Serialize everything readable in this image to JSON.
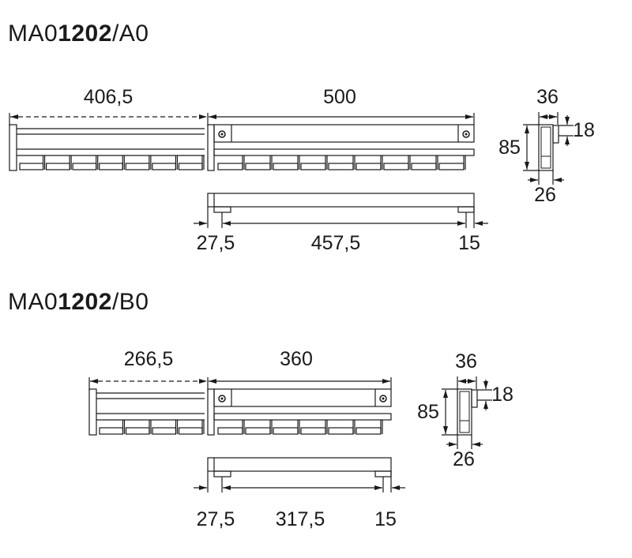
{
  "variants": [
    {
      "title_prefix": "MA0",
      "title_bold": "1202",
      "title_suffix": "/A0",
      "dims": {
        "extension": "406,5",
        "length": "500",
        "width": "36",
        "height": "85",
        "top": "18",
        "depth": "26",
        "left_offset": "27,5",
        "span": "457,5",
        "right_offset": "15"
      },
      "hooks_main": 9,
      "hooks_ext": 7
    },
    {
      "title_prefix": "MA0",
      "title_bold": "1202",
      "title_suffix": "/B0",
      "dims": {
        "extension": "266,5",
        "length": "360",
        "width": "36",
        "height": "85",
        "top": "18",
        "depth": "26",
        "left_offset": "27,5",
        "span": "317,5",
        "right_offset": "15"
      },
      "hooks_main": 6,
      "hooks_ext": 4
    }
  ],
  "colors": {
    "line": "#1a1a1a"
  }
}
